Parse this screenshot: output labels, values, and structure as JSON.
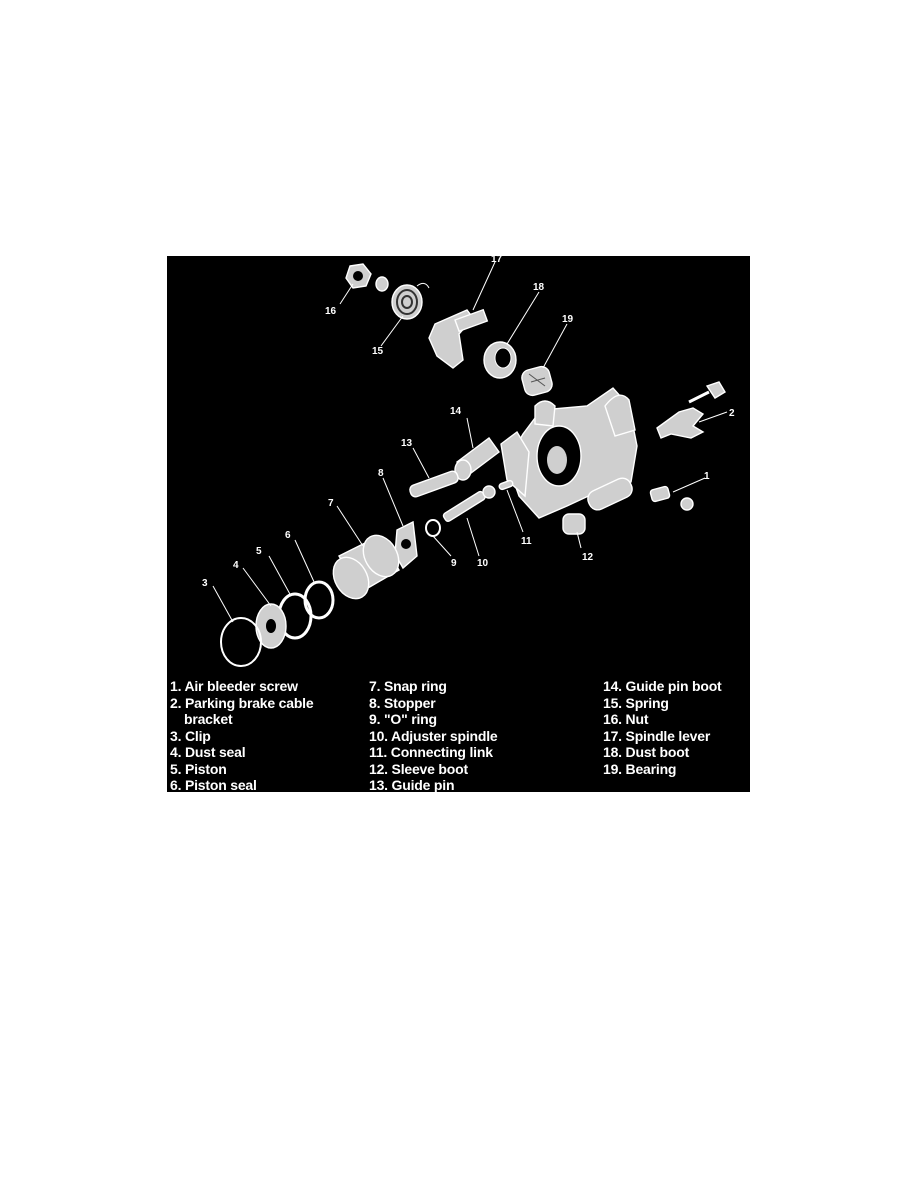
{
  "callouts": [
    "1",
    "2",
    "3",
    "4",
    "5",
    "6",
    "7",
    "8",
    "9",
    "10",
    "11",
    "12",
    "13",
    "14",
    "15",
    "16",
    "17",
    "18",
    "19"
  ],
  "legend": {
    "col1": [
      "1. Air bleeder screw",
      "2. Parking brake cable",
      "bracket",
      "3. Clip",
      "4. Dust seal",
      "5. Piston",
      "6. Piston seal"
    ],
    "col2": [
      "7. Snap ring",
      "8. Stopper",
      "9. \"O\" ring",
      "10. Adjuster spindle",
      "11. Connecting link",
      "12. Sleeve boot",
      "13. Guide pin"
    ],
    "col3": [
      "14. Guide pin boot",
      "15. Spring",
      "16. Nut",
      "17. Spindle lever",
      "18. Dust boot",
      "19. Bearing"
    ]
  }
}
